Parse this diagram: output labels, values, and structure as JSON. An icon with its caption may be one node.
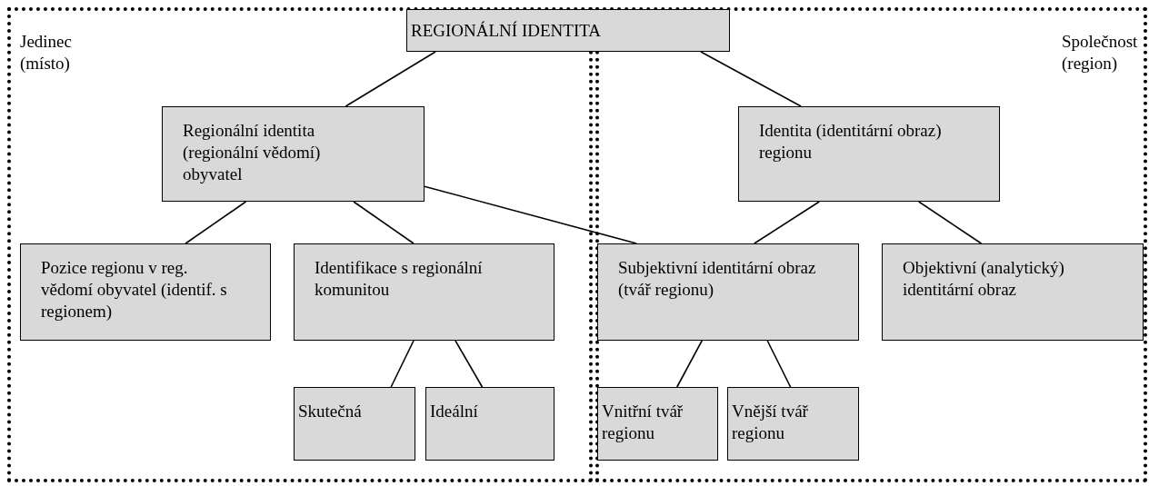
{
  "diagram": {
    "nodes": [
      {
        "text": [
          "Jedinec (místo)"
        ]
      },
      {
        "text": [
          "Společnost (region)"
        ]
      },
      {
        "text": [
          "REGIONÁLNÍ IDENTITA"
        ]
      },
      {
        "text": [
          "Regionální identita (regionální vědomí) obyvatel"
        ],
        "in": 0
      },
      {
        "text": [
          "Identita (identitární obraz) regionu"
        ],
        "in": 1
      },
      {
        "text": [
          "Pozice regionu v reg. vědomí obyvatel (identif. s regionem)"
        ],
        "in": 0
      },
      {
        "text": [
          "Identifikace s regionální komunitou"
        ],
        "in": 0
      },
      {
        "text": [
          "Subjektivní identitární obraz (tvář regionu)"
        ],
        "in": 1
      },
      {
        "text": [
          "Objektivní (analytický) identitární obraz"
        ],
        "in": 1
      },
      {
        "text": [
          "Skutečná"
        ],
        "in": 0
      },
      {
        "text": [
          "Ideální"
        ],
        "in": 0
      },
      {
        "text": [
          "Vnitřní tvář regionu"
        ],
        "in": 1
      },
      {
        "text": [
          "Vnější tvář regionu"
        ],
        "in": 1
      }
    ],
    "edges": [
      {
        "from": 2,
        "to": 3,
        "arrow": "none"
      },
      {
        "from": 2,
        "to": 4,
        "arrow": "none"
      },
      {
        "from": 3,
        "to": 5,
        "arrow": "none"
      },
      {
        "from": 3,
        "to": 6,
        "arrow": "none"
      },
      {
        "from": 3,
        "to": 7,
        "arrow": "none"
      },
      {
        "from": 4,
        "to": 7,
        "arrow": "none"
      },
      {
        "from": 4,
        "to": 8,
        "arrow": "none"
      },
      {
        "from": 6,
        "to": 9,
        "arrow": "none"
      },
      {
        "from": 6,
        "to": 10,
        "arrow": "none"
      },
      {
        "from": 7,
        "to": 11,
        "arrow": "none"
      },
      {
        "from": 7,
        "to": 12,
        "arrow": "none"
      }
    ]
  }
}
